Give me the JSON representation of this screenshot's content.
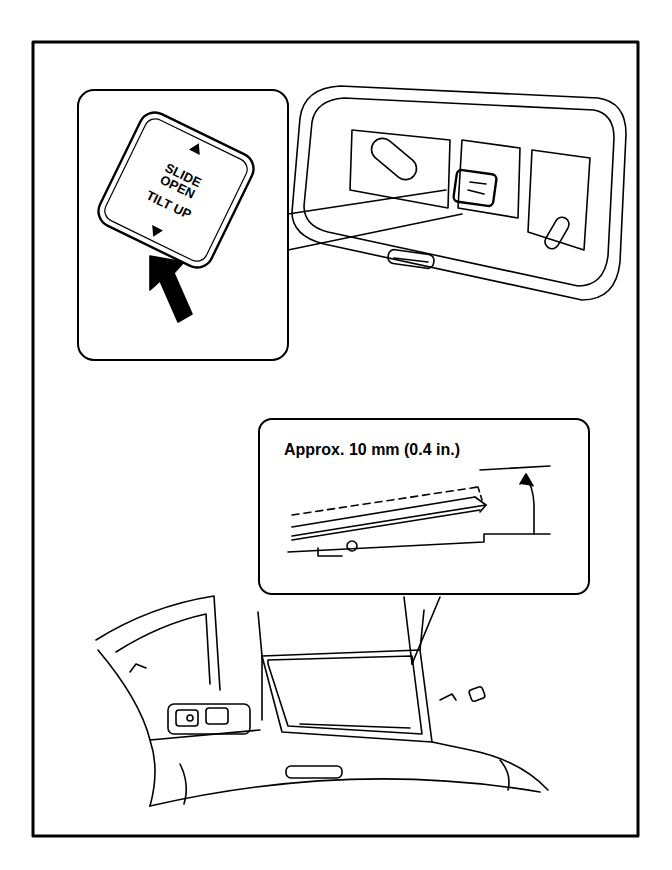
{
  "diagram": {
    "nodes": [
      {
        "text": [
          "SLIDE OPEN",
          "TILT UP"
        ]
      },
      {
        "text": [
          "Approx. 10 mm (0.4 in.)"
        ]
      }
    ]
  }
}
